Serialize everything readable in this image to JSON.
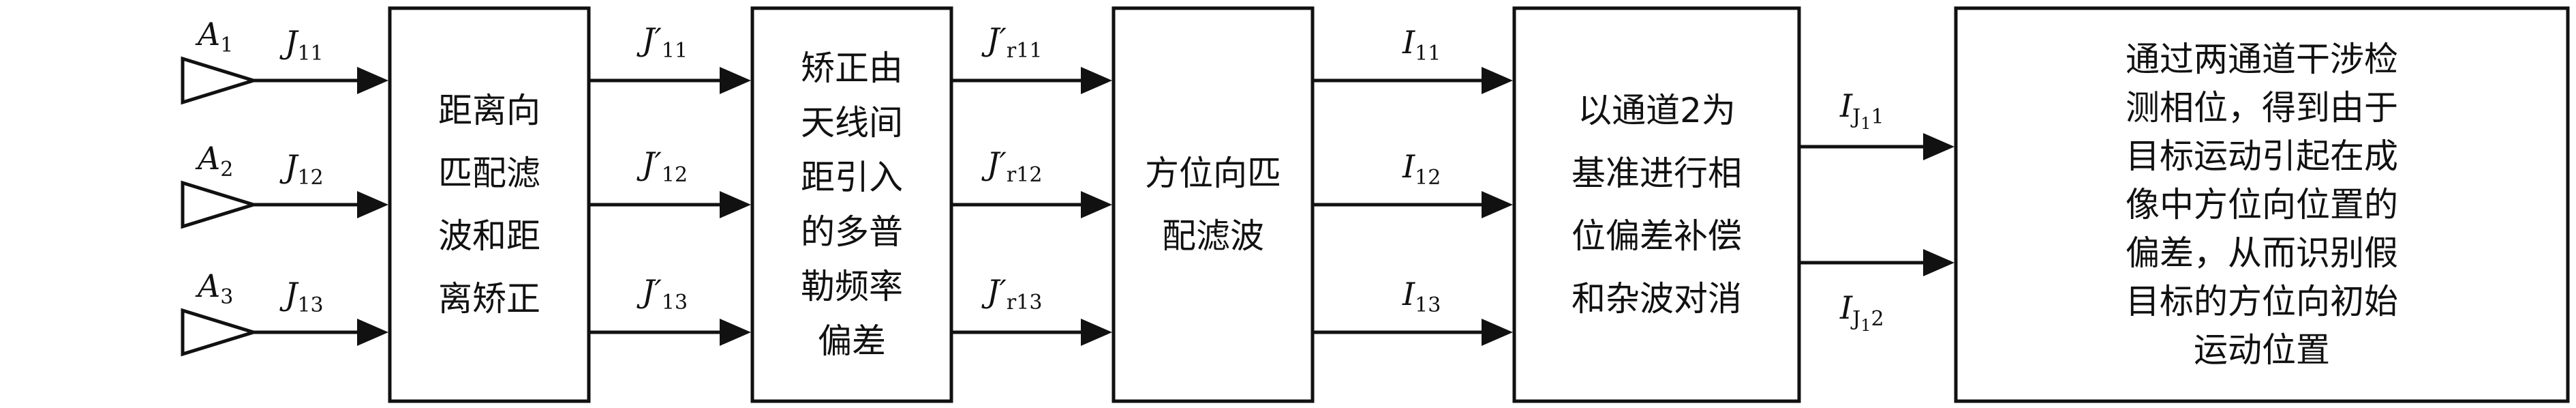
{
  "blocks": [
    {
      "id": "range",
      "lines": [
        "距离向",
        "匹配滤",
        "波和距",
        "离矫正"
      ]
    },
    {
      "id": "doppler",
      "lines": [
        "矫正由",
        "天线间",
        "距引入",
        "的多普",
        "勒频率",
        "偏差"
      ]
    },
    {
      "id": "azimuth",
      "lines": [
        "方位向匹",
        "配滤波"
      ]
    },
    {
      "id": "phase",
      "lines": [
        "以通道2为",
        "基准进行相",
        "位偏差补偿",
        "和杂波对消"
      ]
    },
    {
      "id": "detect",
      "lines": [
        "通过两通道干涉检",
        "测相位，得到由于",
        "目标运动引起在成",
        "像中方位向位置的",
        "偏差，从而识别假",
        "目标的方位向初始",
        "运动位置"
      ]
    }
  ],
  "antennas": [
    {
      "main": "A",
      "sub": "1"
    },
    {
      "main": "A",
      "sub": "2"
    },
    {
      "main": "A",
      "sub": "3"
    }
  ],
  "signals": {
    "input": [
      {
        "main": "J",
        "sub": "11"
      },
      {
        "main": "J",
        "sub": "12"
      },
      {
        "main": "J",
        "sub": "13"
      }
    ],
    "after_range": [
      {
        "main": "J′",
        "sub": "11"
      },
      {
        "main": "J′",
        "sub": "12"
      },
      {
        "main": "J′",
        "sub": "13"
      }
    ],
    "after_doppler": [
      {
        "main": "J′",
        "sub": "r11"
      },
      {
        "main": "J′",
        "sub": "r12"
      },
      {
        "main": "J′",
        "sub": "r13"
      }
    ],
    "after_azimuth": [
      {
        "main": "I",
        "sub": "11"
      },
      {
        "main": "I",
        "sub": "12"
      },
      {
        "main": "I",
        "sub": "13"
      }
    ],
    "outputs": [
      {
        "main": "I",
        "sub": "J",
        "subsub": "1",
        "sub2": "1"
      },
      {
        "main": "I",
        "sub": "J",
        "subsub": "1",
        "sub2": "2"
      }
    ]
  }
}
